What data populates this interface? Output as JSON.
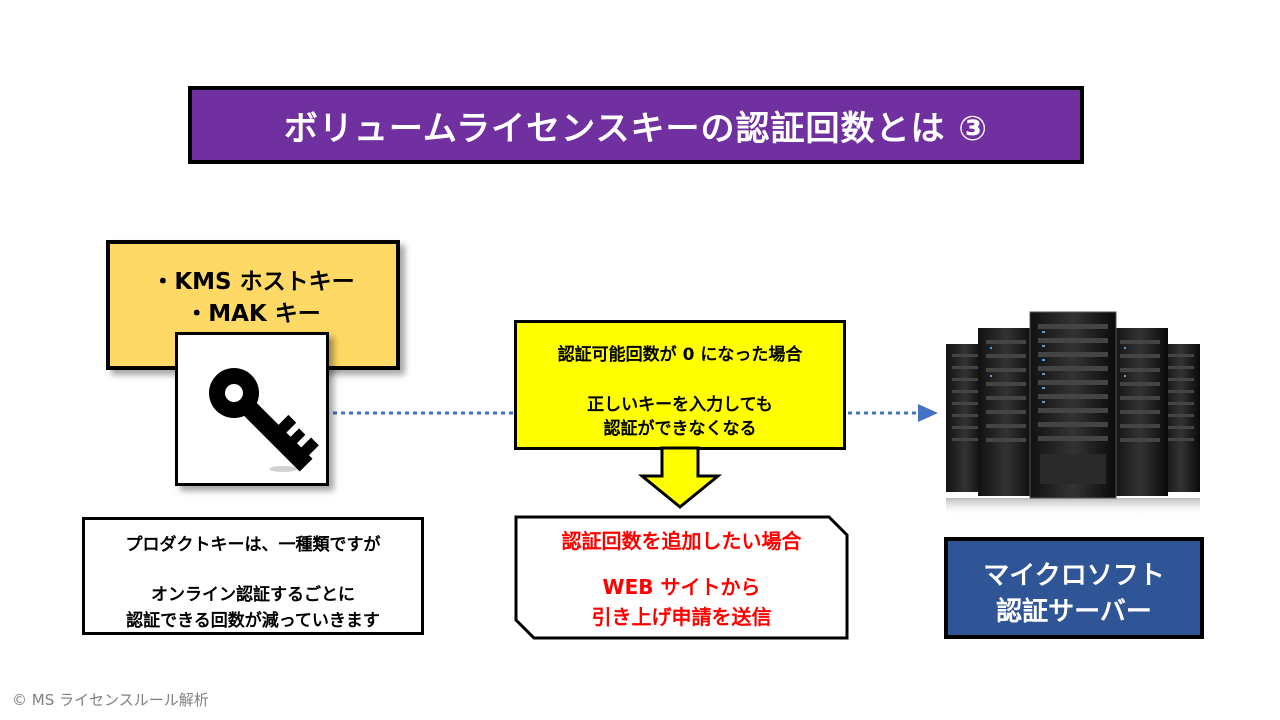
{
  "title": "ボリュームライセンスキーの認証回数とは ③",
  "key_types": {
    "line1": "・KMS ホストキー",
    "line2": "・MAK キー"
  },
  "key_icon": "key-icon",
  "description": {
    "line1": "プロダクトキーは、一種類ですが",
    "line2": "オンライン認証するごとに",
    "line3": "認証できる回数が減っていきます"
  },
  "condition": {
    "line1": "認証可能回数が 0 になった場合",
    "line2": "正しいキーを入力しても",
    "line3": "認証ができなくなる"
  },
  "addition": {
    "line1": "認証回数を追加したい場合",
    "line2": "WEB サイトから",
    "line3": "引き上げ申請を送信"
  },
  "server_icon": "server-rack-icon",
  "server_label": {
    "line1": "マイクロソフト",
    "line2": "認証サーバー"
  },
  "copyright": "© MS ライセンスルール解析",
  "colors": {
    "title_bg": "#7030a0",
    "key_types_bg": "#ffd966",
    "condition_bg": "#ffff00",
    "addition_text": "#ff0000",
    "server_label_bg": "#2f5597",
    "connector": "#4472c4"
  }
}
